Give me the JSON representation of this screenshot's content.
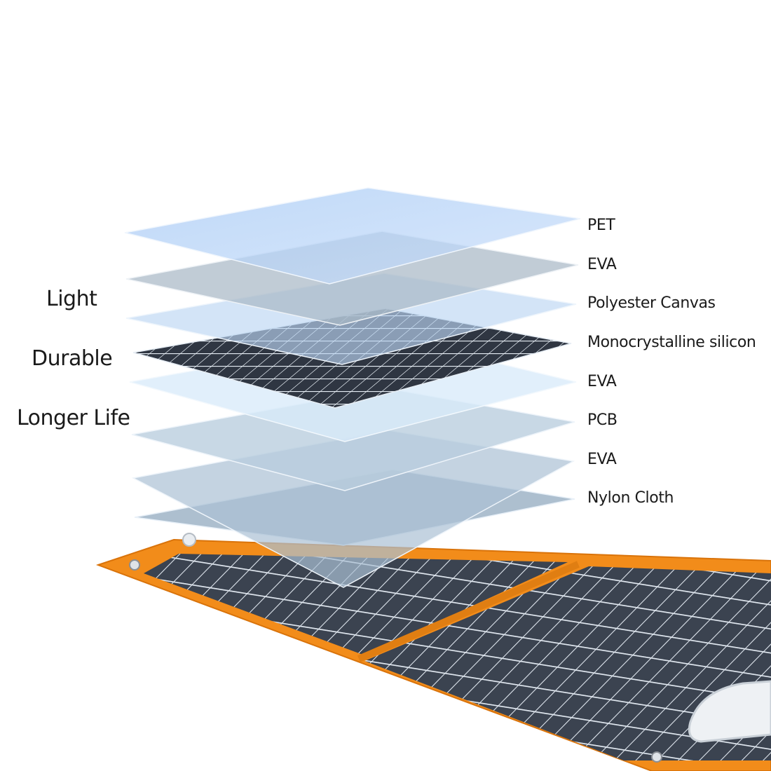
{
  "features": [
    "Light",
    "Durable",
    "Longer Life"
  ],
  "layers": [
    {
      "name": "PET",
      "color": "#9cc2f0"
    },
    {
      "name": "EVA",
      "color": "#a9b9c6"
    },
    {
      "name": "Polyester Canvas",
      "color": "#bcd6f2"
    },
    {
      "name": "Monocrystalline silicon",
      "color": "#2e3540"
    },
    {
      "name": "EVA",
      "color": "#d9ebfa"
    },
    {
      "name": "PCB",
      "color": "#b9cdde"
    },
    {
      "name": "EVA",
      "color": "#abc0d4"
    },
    {
      "name": "Nylon Cloth",
      "color": "#9fb4c7"
    }
  ],
  "colors": {
    "panel_frame": "#f28c1a",
    "cell": "#3b4350",
    "handle": "#eef1f4"
  }
}
